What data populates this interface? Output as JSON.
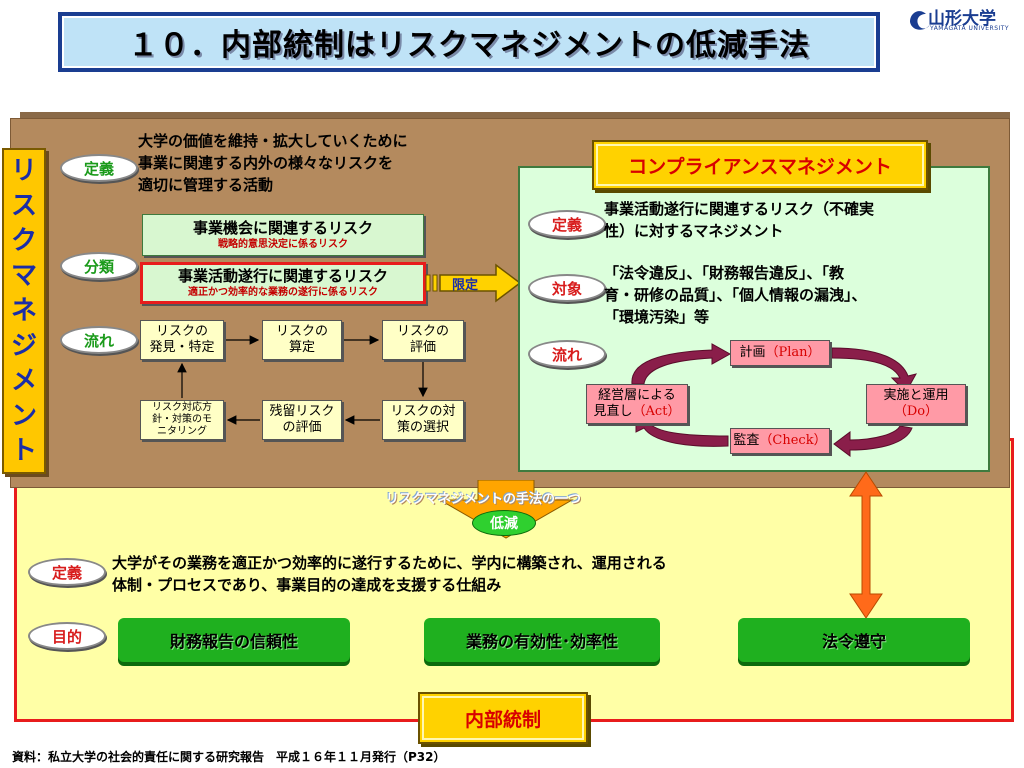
{
  "title": "１０．内部統制はリスクマネジメントの低減手法",
  "logo": {
    "name": "山形大学",
    "sub": "YAMAGATA UNIVERSITY"
  },
  "risk_management": {
    "vertical_label": [
      "リ",
      "ス",
      "ク",
      "マ",
      "ネ",
      "ジ",
      "メ",
      "ン",
      "ト"
    ],
    "definition_tag": "定義",
    "definition_text": [
      "大学の価値を維持・拡大していくために",
      "事業に関連する内外の様々なリスクを",
      "適切に管理する活動"
    ],
    "classification_tag": "分類",
    "category1": {
      "title": "事業機会に関連するリスク",
      "sub": "戦略的意思決定に係るリスク"
    },
    "category2": {
      "title": "事業活動遂行に関連するリスク",
      "sub": "適正かつ効率的な業務の遂行に係るリスク"
    },
    "limit_label": "限定",
    "flow_tag": "流れ",
    "flow": {
      "discover": [
        "リスクの",
        "発見・特定"
      ],
      "calculate": [
        "リスクの",
        "算定"
      ],
      "evaluate": [
        "リスクの",
        "評価"
      ],
      "select": [
        "リスクの対",
        "策の選択"
      ],
      "residual": [
        "残留リスク",
        "の評価"
      ],
      "monitor": [
        "リスク対応方",
        "針・対策のモ",
        "ニタリング"
      ]
    }
  },
  "compliance": {
    "title": "コンプライアンスマネジメント",
    "definition_tag": "定義",
    "definition_text": [
      "事業活動遂行に関連するリスク（不確実",
      "性）に対するマネジメント"
    ],
    "target_tag": "対象",
    "target_text": [
      "「法令違反」、「財務報告違反」、「教",
      "育・研修の品質」、「個人情報の漏洩」、",
      "「環境汚染」等"
    ],
    "flow_tag": "流れ",
    "pdca": {
      "plan": {
        "ja": "計画",
        "en": "（Plan）"
      },
      "do": {
        "ja": "実施と運用",
        "en": "（Do）"
      },
      "check": {
        "ja": "監査",
        "en": "（Check）"
      },
      "act": {
        "ja": "経営層による",
        "ja2": "見直し",
        "en": "（Act）"
      }
    }
  },
  "method_label": "リスクマネジメントの手法の一つ",
  "reduce_label": "低減",
  "internal_control": {
    "definition_tag": "定義",
    "definition_text": [
      "大学がその業務を適正かつ効率的に遂行するために、学内に構築され、運用される",
      "体制・プロセスであり、事業目的の達成を支援する仕組み"
    ],
    "purpose_tag": "目的",
    "purposes": [
      "財務報告の信頼性",
      "業務の有効性･効率性",
      "法令遵守"
    ],
    "title": "内部統制"
  },
  "source": "資料：私立大学の社会的責任に関する研究報告　平成１６年１１月発行（P32）"
}
